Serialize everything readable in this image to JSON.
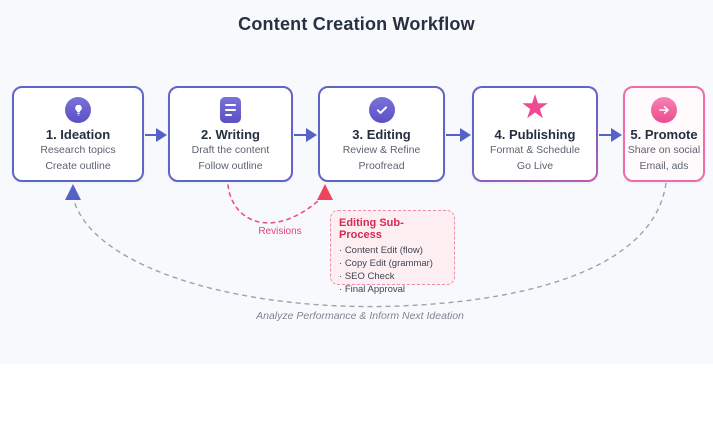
{
  "title": "Content Creation Workflow",
  "steps": [
    {
      "label": "1. Ideation",
      "line1": "Research topics",
      "line2": "Create outline",
      "icon": "lightbulb-icon"
    },
    {
      "label": "2. Writing",
      "line1": "Draft the content",
      "line2": "Follow outline",
      "icon": "document-icon"
    },
    {
      "label": "3. Editing",
      "line1": "Review & Refine",
      "line2": "Proofread",
      "icon": "check-icon"
    },
    {
      "label": "4. Publishing",
      "line1": "Format & Schedule",
      "line2": "Go Live",
      "icon": "star-icon"
    },
    {
      "label": "5. Promote",
      "line1": "Share on social",
      "line2": "Email, ads",
      "icon": "arrow-right-icon"
    }
  ],
  "subprocess": {
    "title": "Editing Sub-Process",
    "items": [
      "Content Edit (flow)",
      "Copy Edit (grammar)",
      "SEO Check",
      "Final Approval"
    ]
  },
  "annotations": {
    "revisions_label": "Revisions",
    "feedback_label": "Analyze Performance & Inform Next Ideation"
  },
  "colors": {
    "accent_indigo": "#5d66c4",
    "accent_pink": "#ee4b93",
    "subprocess_red": "#d42a52",
    "feedback_gray": "#8a919e",
    "canvas_bg": "#f7f9fc"
  }
}
